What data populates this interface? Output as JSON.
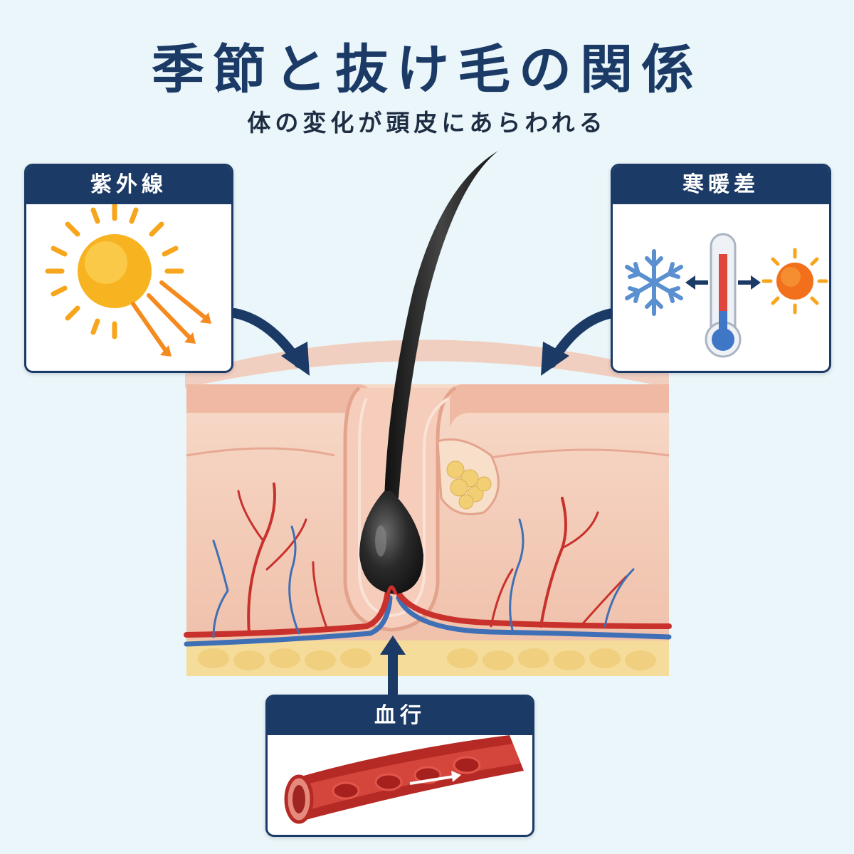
{
  "header": {
    "title": "季節と抜け毛の関係",
    "subtitle": "体の変化が頭皮にあらわれる"
  },
  "cards": {
    "uv": {
      "label": "紫外線",
      "icon": "sun-rays-icon"
    },
    "temperature": {
      "label": "寒暖差",
      "icons": [
        "snowflake-icon",
        "thermometer-icon",
        "sun-icon"
      ]
    },
    "blood_flow": {
      "label": "血行",
      "icon": "blood-vessel-icon"
    }
  },
  "colors": {
    "navy": "#1b3a66",
    "background": "#eaf6f9",
    "skin": "#f4c9b8",
    "artery": "#c8312c",
    "vein": "#3f6fb5",
    "sun": "#f7a51c",
    "fat": "#f5dc9a"
  }
}
